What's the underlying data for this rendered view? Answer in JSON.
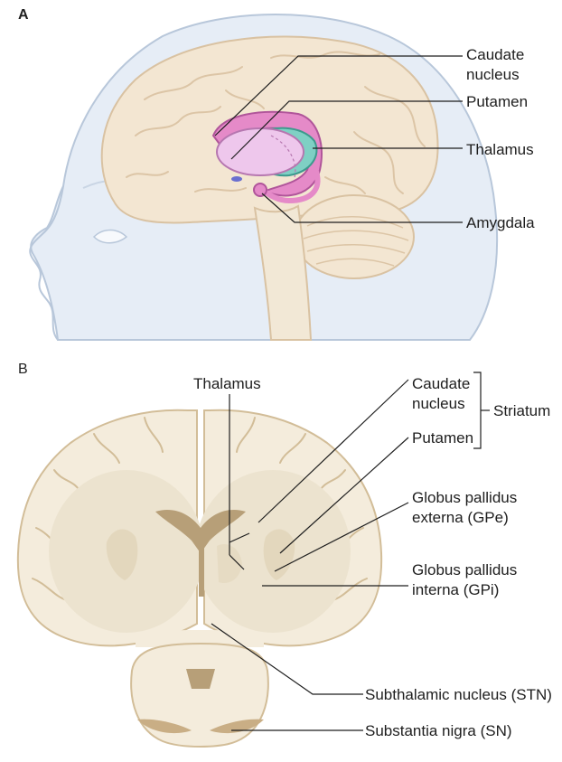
{
  "panels": {
    "a": {
      "letter": "A",
      "labels": {
        "caudate_1": "Caudate",
        "caudate_2": "nucleus",
        "putamen": "Putamen",
        "thalamus": "Thalamus",
        "amygdala": "Amygdala"
      }
    },
    "b": {
      "letter": "B",
      "labels": {
        "thalamus": "Thalamus",
        "caudate_1": "Caudate",
        "caudate_2": "nucleus",
        "striatum": "Striatum",
        "putamen": "Putamen",
        "gpe_1": "Globus pallidus",
        "gpe_2": "externa (GPe)",
        "gpi_1": "Globus pallidus",
        "gpi_2": "interna (GPi)",
        "stn": "Subthalamic nucleus (STN)",
        "sn": "Substantia nigra (SN)"
      }
    }
  },
  "colors": {
    "head_fill": "#e6edf6",
    "head_outline": "#b8c7da",
    "cortex_fill": "#f3e6d2",
    "cortex_line": "#d9c2a2",
    "tissue_fill": "#f4ecdc",
    "white_matter": "#ece3cf",
    "caudate_pink": "#e58ac8",
    "putamen_pink": "#eec7ec",
    "thalamus_teal": "#7fd0c4",
    "ventricle": "#b79f78",
    "leader": "#1e1e1e"
  }
}
